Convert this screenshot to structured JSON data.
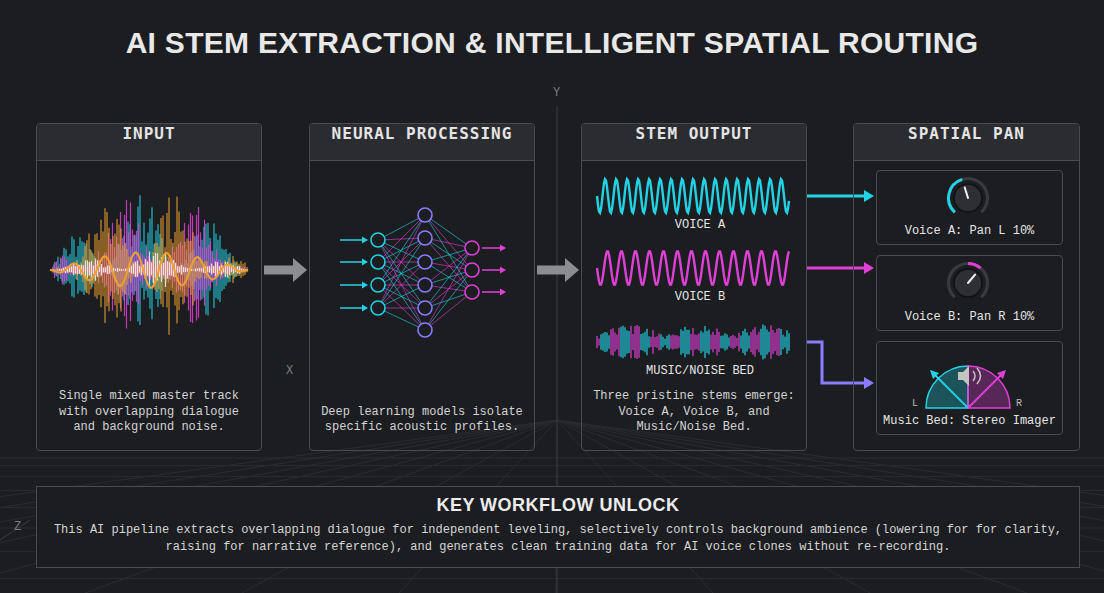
{
  "diagram": {
    "title": "AI STEM EXTRACTION & INTELLIGENT SPATIAL ROUTING",
    "nodes": [
      {
        "text": [
          "INPUT",
          "Single mixed master track with overlapping dialogue and background noise."
        ]
      },
      {
        "text": [
          "NEURAL PROCESSING",
          "Deep learning models isolate specific acoustic profiles."
        ]
      },
      {
        "text": [
          "STEM OUTPUT",
          "Three pristine stems emerge: Voice A, Voice B, and Music/Noise Bed."
        ]
      },
      {
        "text": [
          "VOICE A"
        ],
        "in": 2
      },
      {
        "text": [
          "VOICE B"
        ],
        "in": 2
      },
      {
        "text": [
          "MUSIC/NOISE BED"
        ],
        "in": 2
      },
      {
        "text": [
          "SPATIAL PAN"
        ]
      },
      {
        "text": [
          "Voice A: Pan L 10%"
        ],
        "in": 6
      },
      {
        "text": [
          "Voice B: Pan R 10%"
        ],
        "in": 6
      },
      {
        "text": [
          "Music Bed: Stereo Imager"
        ],
        "in": 6
      },
      {
        "text": [
          "KEY WORKFLOW UNLOCK",
          "This AI pipeline extracts overlapping dialogue for independent leveling, selectively controls background ambience (lowering for for clarity, raising for narrative reference), and generates clean training data for AI voice clones without re-recording."
        ]
      }
    ],
    "edges": [
      {
        "from": 0,
        "to": 1,
        "arrow": "to"
      },
      {
        "from": 1,
        "to": 2,
        "arrow": "to"
      },
      {
        "from": 3,
        "to": 7,
        "arrow": "to"
      },
      {
        "from": 4,
        "to": 8,
        "arrow": "to"
      },
      {
        "from": 5,
        "to": 9,
        "arrow": "to"
      }
    ],
    "labels": [
      "Y",
      "X",
      "L",
      "R",
      "Z"
    ]
  }
}
